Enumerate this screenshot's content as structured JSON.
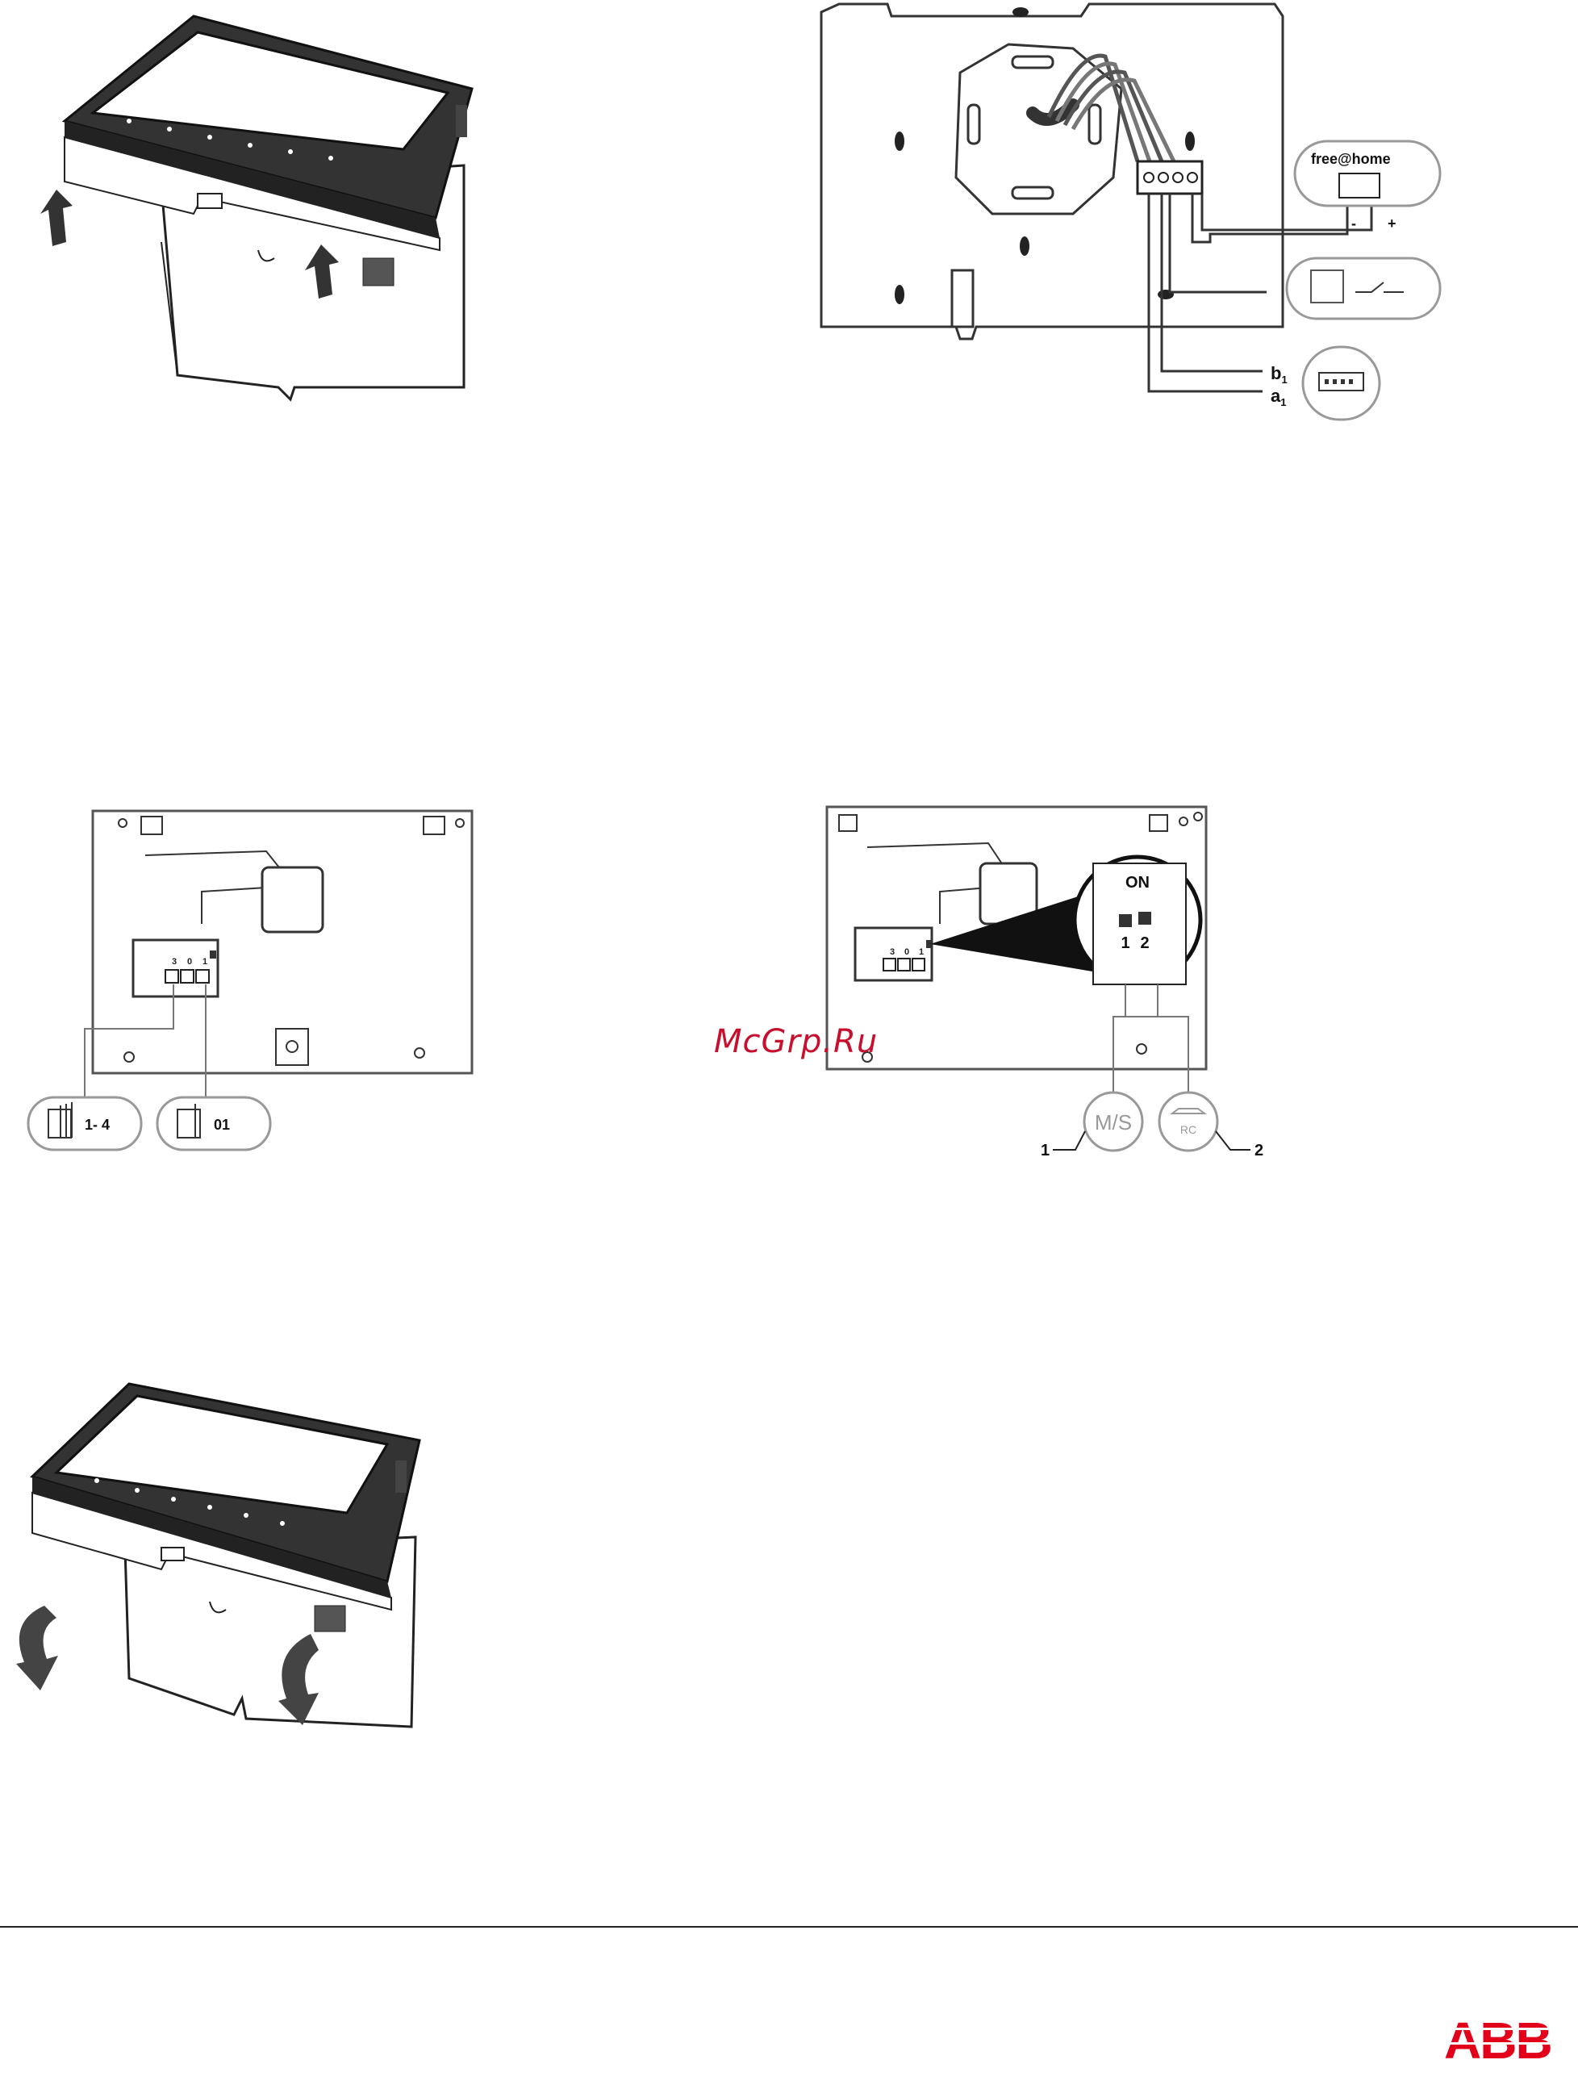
{
  "figures": {
    "wiring": {
      "bus_label": "free@home",
      "terminal_plus": "+",
      "terminal_minus": "-",
      "b_label": "b",
      "b_sub": "1",
      "a_label": "a",
      "a_sub": "1"
    },
    "address_switch": {
      "rotary_digits": [
        "3",
        "0",
        "1"
      ],
      "range_label": "1- 4",
      "address_label": "01"
    },
    "dip_switch": {
      "on_label": "ON",
      "switch_numbers": [
        "1",
        "2"
      ],
      "rotary_digits": [
        "3",
        "0",
        "1"
      ],
      "ms_label": "M/S",
      "rc_label": "RC",
      "callout_1": "1",
      "callout_2": "2"
    }
  },
  "watermark": "McGrp.Ru",
  "brand": {
    "logo_text": "ABB",
    "logo_color": "#e2001a"
  }
}
